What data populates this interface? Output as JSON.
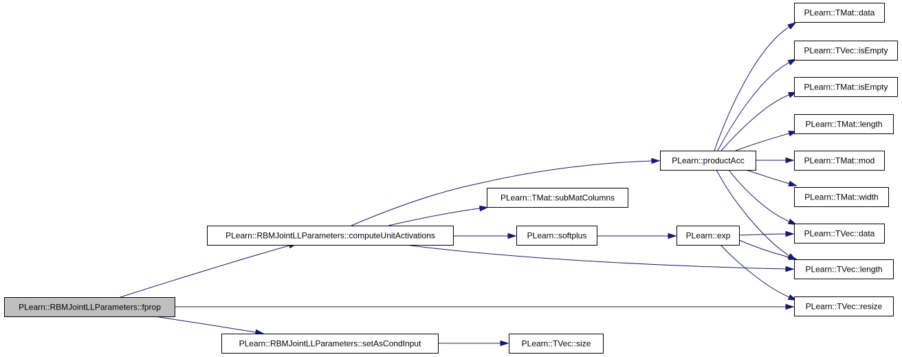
{
  "nodes": [
    {
      "id": "fprop",
      "label": "PLearn::RBMJointLLParameters::fprop",
      "root": true
    },
    {
      "id": "computeUnitActivations",
      "label": "PLearn::RBMJointLLParameters::computeUnitActivations"
    },
    {
      "id": "setAsCondInput",
      "label": "PLearn::RBMJointLLParameters::setAsCondInput"
    },
    {
      "id": "productAcc",
      "label": "PLearn::productAcc"
    },
    {
      "id": "subMatColumns",
      "label": "PLearn::TMat::subMatColumns"
    },
    {
      "id": "softplus",
      "label": "PLearn::softplus"
    },
    {
      "id": "exp",
      "label": "PLearn::exp"
    },
    {
      "id": "tvec_size",
      "label": "PLearn::TVec::size"
    },
    {
      "id": "tmat_data",
      "label": "PLearn::TMat::data"
    },
    {
      "id": "tvec_isEmpty",
      "label": "PLearn::TVec::isEmpty"
    },
    {
      "id": "tmat_isEmpty",
      "label": "PLearn::TMat::isEmpty"
    },
    {
      "id": "tmat_length",
      "label": "PLearn::TMat::length"
    },
    {
      "id": "tmat_mod",
      "label": "PLearn::TMat::mod"
    },
    {
      "id": "tmat_width",
      "label": "PLearn::TMat::width"
    },
    {
      "id": "tvec_data",
      "label": "PLearn::TVec::data"
    },
    {
      "id": "tvec_length",
      "label": "PLearn::TVec::length"
    },
    {
      "id": "tvec_resize",
      "label": "PLearn::TVec::resize"
    }
  ],
  "edges": [
    {
      "from": "fprop",
      "to": "computeUnitActivations"
    },
    {
      "from": "fprop",
      "to": "tvec_resize"
    },
    {
      "from": "fprop",
      "to": "setAsCondInput"
    },
    {
      "from": "computeUnitActivations",
      "to": "productAcc"
    },
    {
      "from": "computeUnitActivations",
      "to": "subMatColumns"
    },
    {
      "from": "computeUnitActivations",
      "to": "softplus"
    },
    {
      "from": "computeUnitActivations",
      "to": "tvec_length"
    },
    {
      "from": "setAsCondInput",
      "to": "tvec_size"
    },
    {
      "from": "softplus",
      "to": "exp"
    },
    {
      "from": "productAcc",
      "to": "tmat_data"
    },
    {
      "from": "productAcc",
      "to": "tvec_isEmpty"
    },
    {
      "from": "productAcc",
      "to": "tmat_isEmpty"
    },
    {
      "from": "productAcc",
      "to": "tmat_length"
    },
    {
      "from": "productAcc",
      "to": "tmat_mod"
    },
    {
      "from": "productAcc",
      "to": "tmat_width"
    },
    {
      "from": "productAcc",
      "to": "tvec_data"
    },
    {
      "from": "productAcc",
      "to": "tvec_length"
    },
    {
      "from": "exp",
      "to": "tvec_data"
    },
    {
      "from": "exp",
      "to": "tvec_length"
    },
    {
      "from": "exp",
      "to": "tvec_resize"
    }
  ]
}
